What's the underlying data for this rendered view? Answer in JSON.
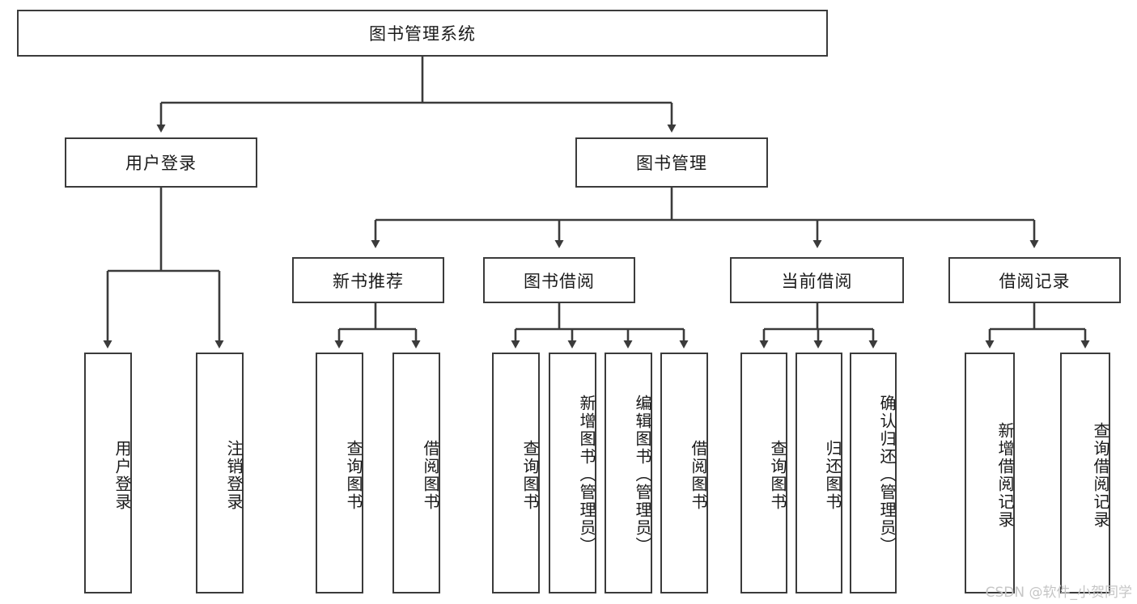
{
  "diagram": {
    "title": "图书管理系统",
    "watermark": "CSDN @软件_小贺同学",
    "colors": {
      "box_border": "#3b3b3b",
      "edge": "#3b3b3b",
      "background": "#ffffff",
      "watermark": "#c6c6c6"
    },
    "root": {
      "label": "图书管理系统"
    },
    "level2": [
      {
        "label": "用户登录"
      },
      {
        "label": "图书管理"
      }
    ],
    "level3": [
      {
        "label": "新书推荐"
      },
      {
        "label": "图书借阅"
      },
      {
        "label": "当前借阅"
      },
      {
        "label": "借阅记录"
      }
    ],
    "leaves": {
      "user_login": [
        {
          "label": "用户登录"
        },
        {
          "label": "注销登录"
        }
      ],
      "new_book_recommend": [
        {
          "label": "查询图书"
        },
        {
          "label": "借阅图书"
        }
      ],
      "book_borrow": [
        {
          "label": "查询图书"
        },
        {
          "label": "新增图书（管理员）"
        },
        {
          "label": "编辑图书（管理员）"
        },
        {
          "label": "借阅图书"
        }
      ],
      "current_borrow": [
        {
          "label": "查询图书"
        },
        {
          "label": "归还图书"
        },
        {
          "label": "确认归还（管理员）"
        }
      ],
      "borrow_record": [
        {
          "label": "新增借阅记录"
        },
        {
          "label": "查询借阅记录"
        }
      ]
    }
  }
}
